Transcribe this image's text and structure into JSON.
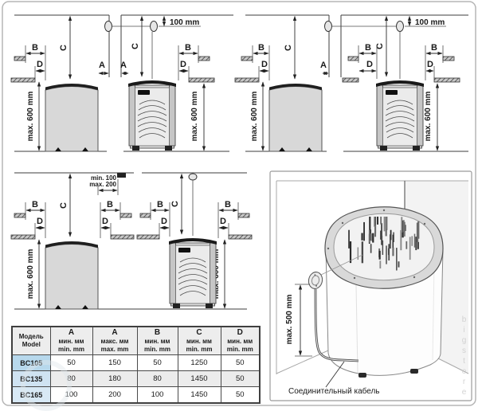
{
  "diagram_labels": {
    "a": "A",
    "b": "B",
    "c": "C",
    "d": "D",
    "dist_100mm": "100 mm",
    "max_600mm": "max. 600 mm",
    "min_100": "min. 100",
    "max_200": "max. 200",
    "max_500mm": "max. 500 mm",
    "connection_cable": "Соединительный кабель"
  },
  "table": {
    "header": {
      "model_ru": "Модель",
      "model_en": "Model",
      "cols": [
        {
          "letter": "A",
          "ru": "мин. мм",
          "en": "min. mm"
        },
        {
          "letter": "A",
          "ru": "макс. мм",
          "en": "max. mm"
        },
        {
          "letter": "B",
          "ru": "мин. мм",
          "en": "min. mm"
        },
        {
          "letter": "C",
          "ru": "мин. мм",
          "en": "min. mm"
        },
        {
          "letter": "D",
          "ru": "мин. мм",
          "en": "min. mm"
        }
      ]
    },
    "rows": [
      {
        "model": "BC105",
        "a_min": "50",
        "a_max": "150",
        "b_min": "50",
        "c_min": "1250",
        "d_min": "50"
      },
      {
        "model": "BC135",
        "a_min": "80",
        "a_max": "180",
        "b_min": "80",
        "c_min": "1450",
        "d_min": "50"
      },
      {
        "model": "BC165",
        "a_min": "100",
        "a_max": "200",
        "b_min": "100",
        "c_min": "1450",
        "d_min": "50"
      }
    ]
  },
  "watermark": {
    "text": "bigstore"
  }
}
